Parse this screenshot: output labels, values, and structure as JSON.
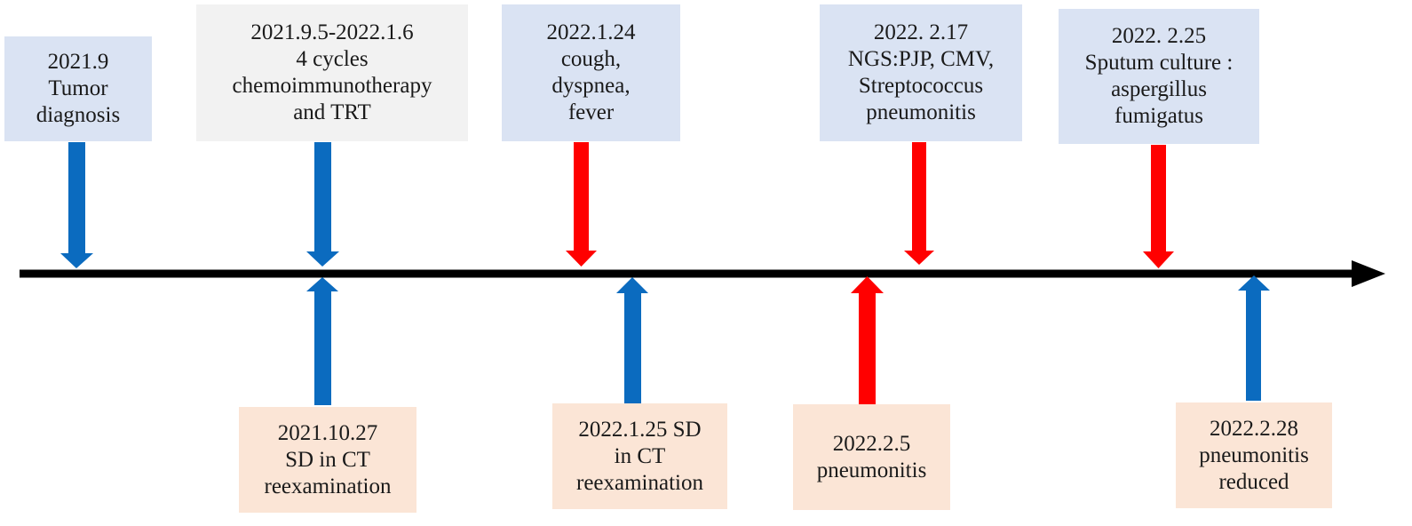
{
  "colors": {
    "axis": "#000000",
    "blue_arrow": "#0b6bbf",
    "red_arrow": "#ff0000",
    "blue_box": "#dae3f3",
    "grey_box": "#f2f2f2",
    "peach_box": "#fbe5d6"
  },
  "events_above": [
    {
      "id": "tumor-diagnosis",
      "lines": [
        "2021.9",
        "Tumor",
        "diagnosis"
      ],
      "box_color": "blue_box",
      "arrow_color": "blue_arrow"
    },
    {
      "id": "chemoimmunotherapy",
      "lines": [
        "2021.9.5-2022.1.6",
        "4 cycles",
        "chemoimmunotherapy",
        "and TRT"
      ],
      "box_color": "grey_box",
      "arrow_color": "blue_arrow"
    },
    {
      "id": "cough-dyspnea-fever",
      "lines": [
        "2022.1.24",
        "cough,",
        "dyspnea,",
        "fever"
      ],
      "box_color": "blue_box",
      "arrow_color": "red_arrow"
    },
    {
      "id": "ngs-result",
      "lines": [
        "2022. 2.17",
        "NGS:PJP, CMV,",
        "Streptococcus",
        "pneumonitis"
      ],
      "box_color": "blue_box",
      "arrow_color": "red_arrow"
    },
    {
      "id": "sputum-culture",
      "lines": [
        "2022. 2.25",
        "Sputum culture :",
        "aspergillus",
        "fumigatus"
      ],
      "box_color": "blue_box",
      "arrow_color": "red_arrow"
    }
  ],
  "events_below": [
    {
      "id": "ct-2021-10-27",
      "lines": [
        "2021.10.27",
        "SD in CT",
        "reexamination"
      ],
      "box_color": "peach_box",
      "arrow_color": "blue_arrow"
    },
    {
      "id": "ct-2022-1-25",
      "lines": [
        "2022.1.25 SD",
        "in CT",
        "reexamination"
      ],
      "box_color": "peach_box",
      "arrow_color": "blue_arrow"
    },
    {
      "id": "pneumonitis-2022-2-5",
      "lines": [
        "2022.2.5",
        "pneumonitis"
      ],
      "box_color": "peach_box",
      "arrow_color": "red_arrow"
    },
    {
      "id": "pneumonitis-reduced",
      "lines": [
        "2022.2.28",
        "pneumonitis",
        "reduced"
      ],
      "box_color": "peach_box",
      "arrow_color": "blue_arrow"
    }
  ]
}
